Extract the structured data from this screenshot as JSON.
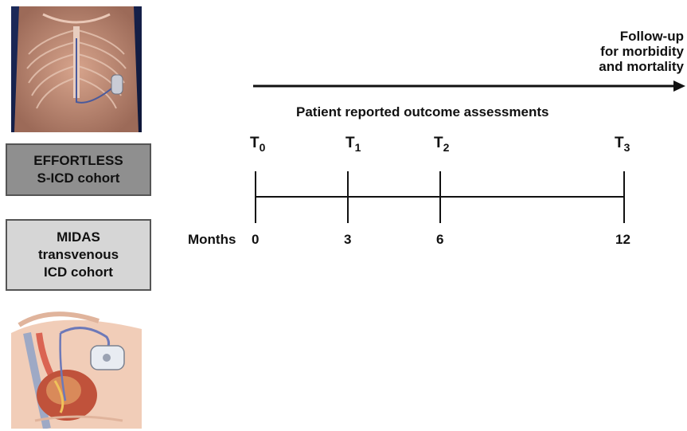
{
  "cohorts": {
    "effortless": {
      "line1": "EFFORTLESS",
      "line2": "S-ICD cohort"
    },
    "midas": {
      "line1": "MIDAS",
      "line2": "transvenous",
      "line3": "ICD cohort"
    }
  },
  "followup": {
    "line1": "Follow-up",
    "line2": "for morbidity",
    "line3": "and mortality"
  },
  "pro_title": "Patient reported outcome assessments",
  "timeline": {
    "months_label": "Months",
    "points": [
      {
        "t": "T",
        "sub": "0",
        "month": "0"
      },
      {
        "t": "T",
        "sub": "1",
        "month": "3"
      },
      {
        "t": "T",
        "sub": "2",
        "month": "6"
      },
      {
        "t": "T",
        "sub": "3",
        "month": "12"
      }
    ]
  },
  "images": {
    "sicd": "s-icd-chest-illustration",
    "transvenous": "transvenous-icd-illustration"
  },
  "colors": {
    "effortless_box": "#8f8f8f",
    "midas_box": "#d6d6d6",
    "line": "#111111"
  }
}
